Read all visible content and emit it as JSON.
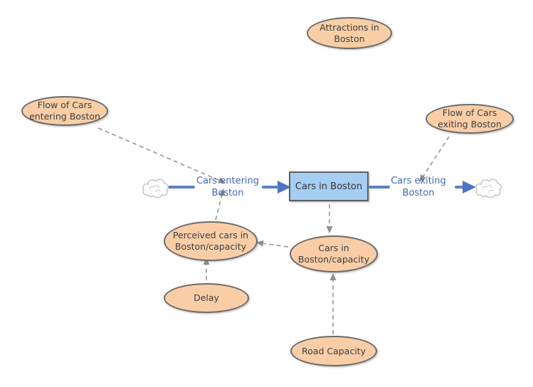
{
  "diagram": {
    "stock": {
      "label": "Cars in Boston"
    },
    "flows": {
      "inflow_label": "Cars entering\nBoston",
      "outflow_label": "Cars exiting\nBoston"
    },
    "variables": {
      "attractions": "Attractions in\nBoston",
      "flow_entering": "Flow of Cars\nentering Boston",
      "flow_exiting": "Flow of Cars\nexiting Boston",
      "perceived": "Perceived cars in\nBoston/capacity",
      "cars_capacity": "Cars in\nBoston/capacity",
      "delay": "Delay",
      "road_capacity": "Road Capacity"
    },
    "icons": {
      "source_cloud": "cloud-icon",
      "sink_cloud": "cloud-icon"
    },
    "colors": {
      "variable_fill": "#f9cea7",
      "variable_border": "#6b6b6b",
      "stock_fill": "#a6cef2",
      "stock_border": "#5f5f5f",
      "flow_blue": "#4c74c3",
      "flow_text_blue": "#4268b2",
      "connector_gray": "#a0a0a0",
      "arrowhead_gray": "#8e8e8e",
      "cloud_stroke": "#c8c8c8",
      "text_dark": "#3d3d3d",
      "background": "#ffffff"
    }
  }
}
